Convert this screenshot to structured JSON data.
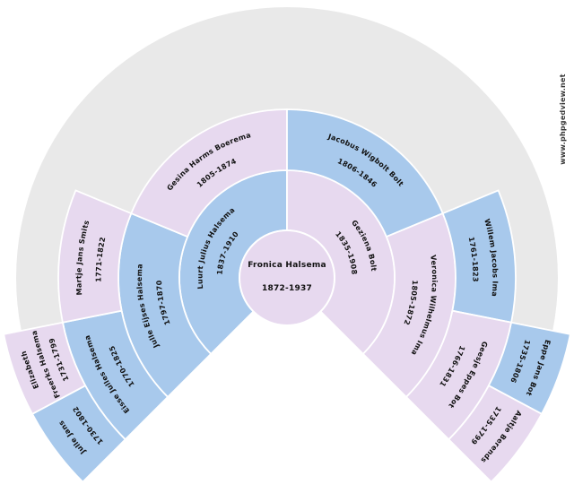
{
  "watermark": {
    "text": "www.phpgedview.net"
  },
  "colors": {
    "male": "#a8c9ec",
    "female": "#e7d9ef",
    "background_disc": "#e9e9e9",
    "separator": "#ffffff",
    "text": "#111111",
    "watermark_text": "#3a3a3a",
    "page_background": "#ffffff"
  },
  "chart": {
    "type": "fan-pedigree",
    "fan_degrees": 270,
    "generations": 5,
    "center_person": {
      "name": "Fronica Halsema",
      "dates": "1872-1937",
      "sex": "F"
    },
    "people": [
      {
        "generation": 2,
        "slot": 0,
        "name": "Luurt Julius Halsema",
        "dates": "1837-1910",
        "sex": "M"
      },
      {
        "generation": 2,
        "slot": 1,
        "name": "Geziena Bolt",
        "dates": "1835-1908",
        "sex": "F"
      },
      {
        "generation": 3,
        "slot": 0,
        "name": "Julle Eijses Halsema",
        "dates": "1797-1870",
        "sex": "M"
      },
      {
        "generation": 3,
        "slot": 1,
        "name": "Gesina Harms Boerema",
        "dates": "1805-1874",
        "sex": "F"
      },
      {
        "generation": 3,
        "slot": 2,
        "name": "Jacobus Wigbolt Bolt",
        "dates": "1806-1846",
        "sex": "M"
      },
      {
        "generation": 3,
        "slot": 3,
        "name": "Veronica Wilhelmus Ima",
        "dates": "1805-1872",
        "sex": "F"
      },
      {
        "generation": 4,
        "slot": 0,
        "name": "Eisse Julles Halsema",
        "dates": "1770-1825",
        "sex": "M"
      },
      {
        "generation": 4,
        "slot": 1,
        "name": "Martje Jans Smits",
        "dates": "1771-1822",
        "sex": "F"
      },
      {
        "generation": 4,
        "slot": 6,
        "name": "Willem Jacobs Ima",
        "dates": "1761-1823",
        "sex": "M"
      },
      {
        "generation": 4,
        "slot": 7,
        "name": "Geesje Eppes Bot",
        "dates": "1766-1831",
        "sex": "F"
      },
      {
        "generation": 5,
        "slot": 0,
        "name": "Julle Jans",
        "dates": "1730-1802",
        "sex": "M"
      },
      {
        "generation": 5,
        "slot": 1,
        "name": "Elizabeth Freerks Halsema",
        "name_lines": [
          "Elizabeth",
          "Freerks Halsema"
        ],
        "dates": "1731-1799",
        "sex": "F"
      },
      {
        "generation": 5,
        "slot": 14,
        "name": "Eppe Jans Bot",
        "dates": "1735-1806",
        "sex": "M"
      },
      {
        "generation": 5,
        "slot": 15,
        "name": "Aaltje Berends",
        "dates": "1735-1799",
        "sex": "F"
      }
    ]
  }
}
